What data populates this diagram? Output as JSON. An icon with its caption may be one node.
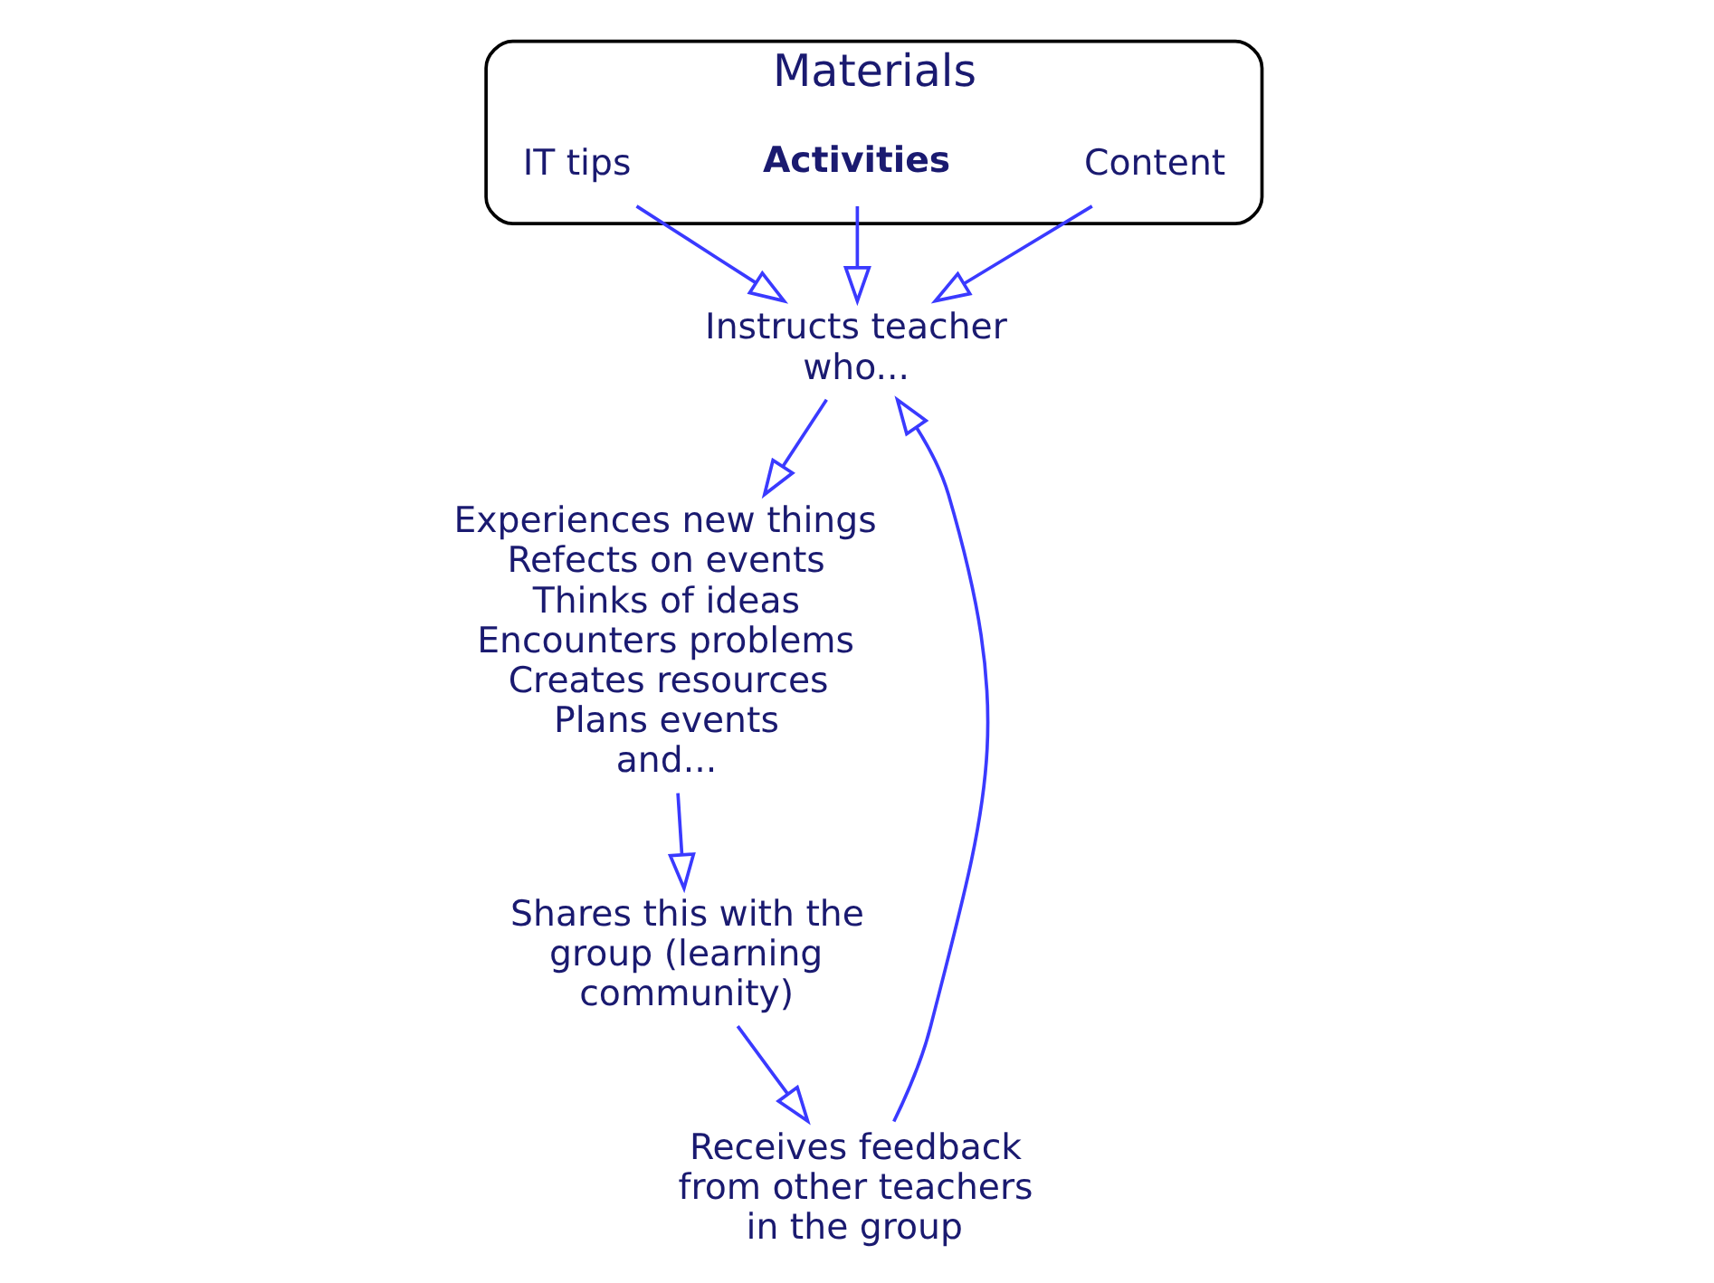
{
  "diagram": {
    "nodes": [
      {
        "text": [
          "Materials"
        ]
      },
      {
        "text": [
          "Content"
        ],
        "in": 0
      },
      {
        "text": [
          "Activities"
        ],
        "in": 0
      },
      {
        "text": [
          "IT tips"
        ],
        "in": 0
      },
      {
        "text": [
          "Instructs teacher who..."
        ]
      },
      {
        "text": [
          "Experiences new things",
          "Refects on events",
          "Thinks of ideas",
          "Encounters problems",
          "Creates resources",
          "Plans events",
          "and..."
        ]
      },
      {
        "text": [
          "Shares this with the group (learning community)"
        ]
      },
      {
        "text": [
          "Receives feedback from other teachers in the group"
        ]
      }
    ],
    "edges": [
      {
        "from": 1,
        "to": 4,
        "arrow": "to"
      },
      {
        "from": 2,
        "to": 4,
        "arrow": "to"
      },
      {
        "from": 3,
        "to": 4,
        "arrow": "to"
      },
      {
        "from": 4,
        "to": 5,
        "arrow": "to"
      },
      {
        "from": 5,
        "to": 6,
        "arrow": "to"
      },
      {
        "from": 6,
        "to": 7,
        "arrow": "to"
      },
      {
        "from": 7,
        "to": 4,
        "arrow": "to"
      }
    ]
  }
}
